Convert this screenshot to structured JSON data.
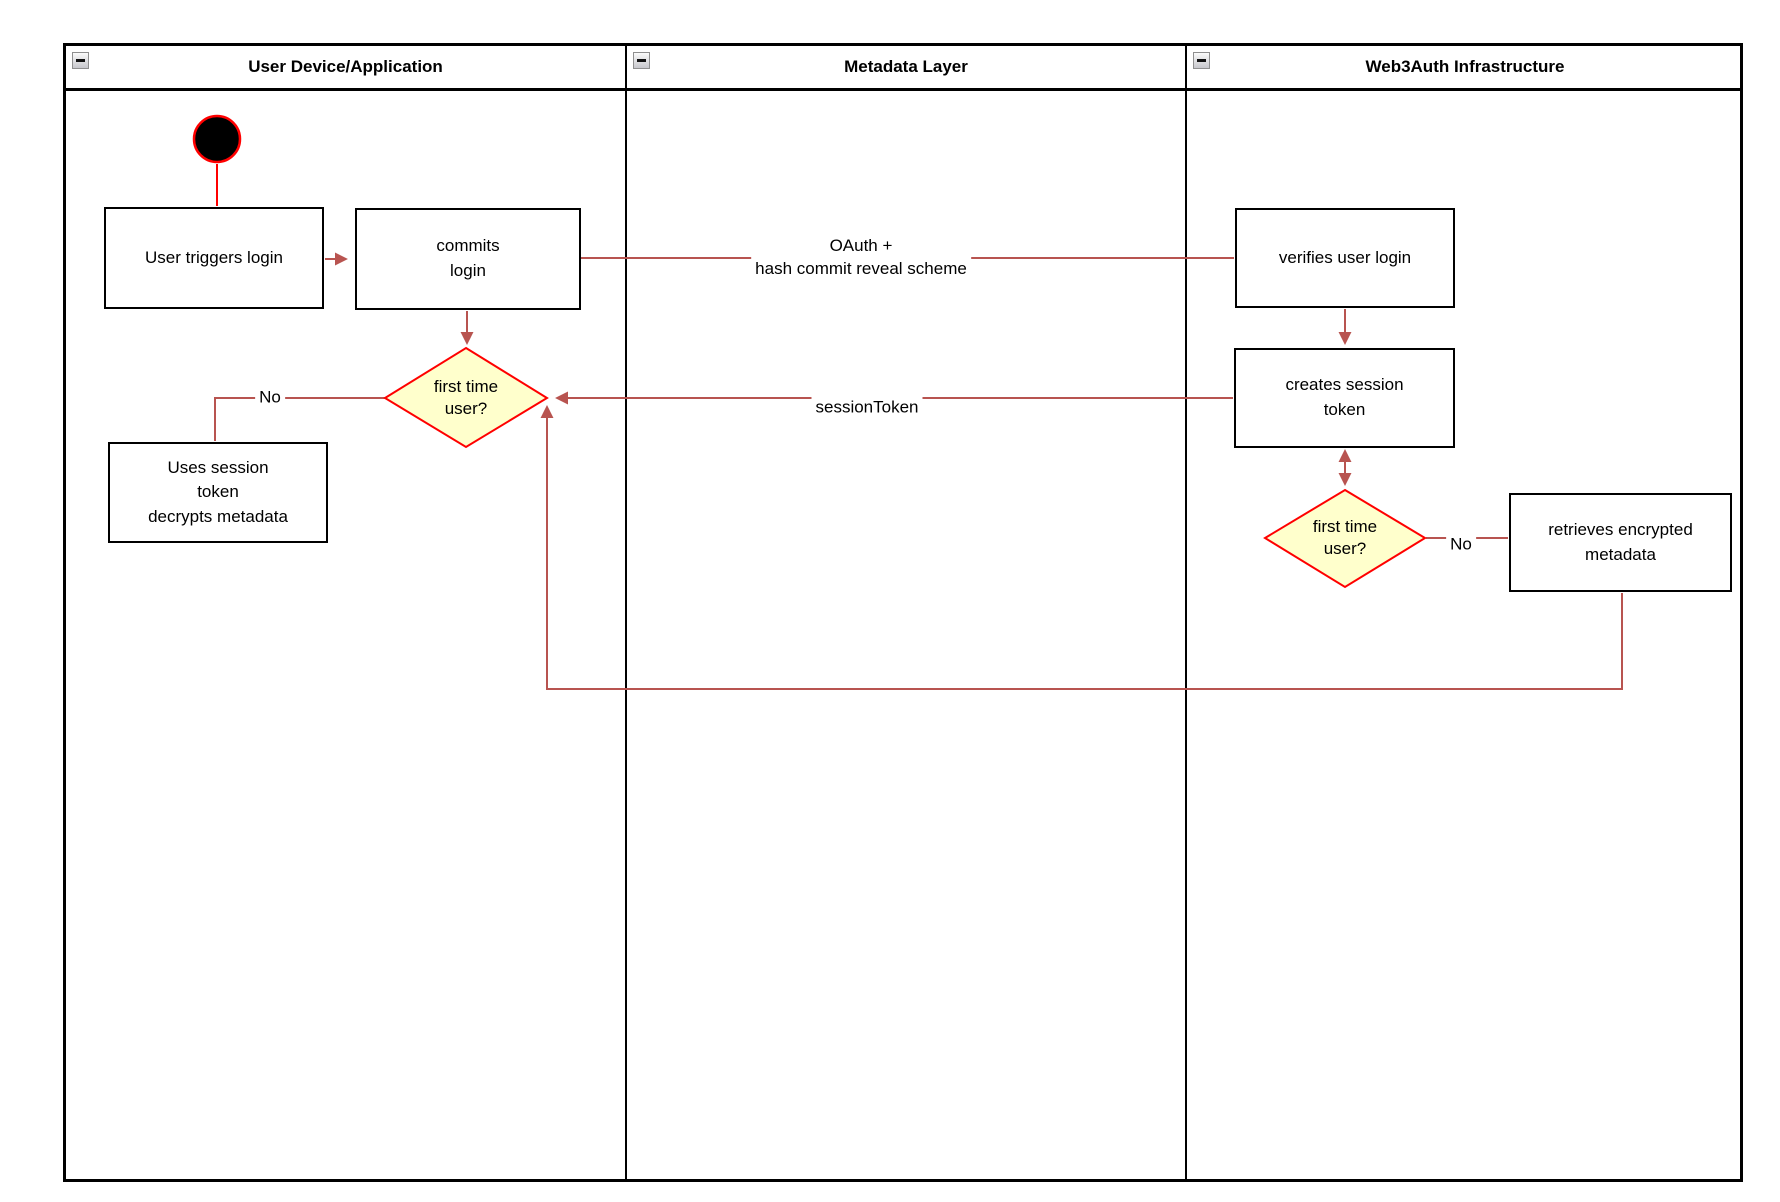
{
  "colors": {
    "flow_line": "#B85450",
    "start_line": "#FF0000",
    "decision_border": "#FF0000",
    "decision_fill": "#FFFFCC",
    "start_fill": "#000000",
    "lane_border": "#000000",
    "node_fill": "#FFFFFF"
  },
  "lanes": [
    {
      "title": "User Device/Application",
      "icon": "collapse-minus-icon"
    },
    {
      "title": "Metadata Layer",
      "icon": "collapse-minus-icon"
    },
    {
      "title": "Web3Auth Infrastructure",
      "icon": "collapse-minus-icon"
    }
  ],
  "nodes": {
    "user_triggers_login": {
      "label": "User triggers login"
    },
    "commits_login": {
      "label": "commits\nlogin"
    },
    "first_time_user_1": {
      "label": "first time\nuser?"
    },
    "uses_session_token": {
      "label": "Uses session\ntoken\ndecrypts metadata"
    },
    "verifies_user_login": {
      "label": "verifies user login"
    },
    "creates_session_token": {
      "label": "creates session\ntoken"
    },
    "first_time_user_2": {
      "label": "first time\nuser?"
    },
    "retrieves_encrypted_metadata": {
      "label": "retrieves encrypted\nmetadata"
    }
  },
  "edge_labels": {
    "oauth": "OAuth +\nhash commit reveal scheme",
    "session_token": "sessionToken",
    "no_left": "No",
    "no_right": "No"
  }
}
